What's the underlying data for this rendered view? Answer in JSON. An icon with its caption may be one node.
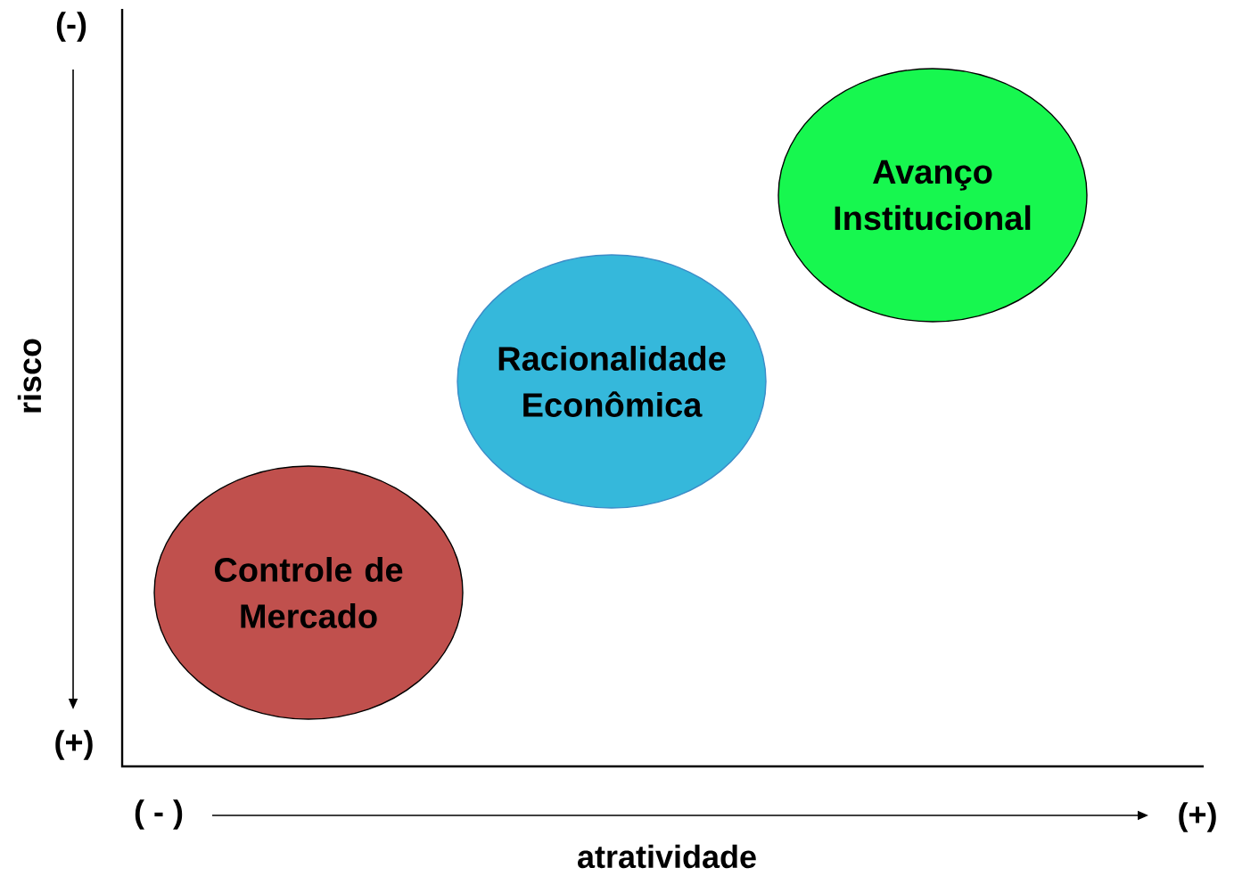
{
  "diagram": {
    "nodes": [
      {
        "text": [
          "Controle de Mercado"
        ]
      },
      {
        "text": [
          "Racionalidade Econômica"
        ]
      },
      {
        "text": [
          "Avanço Institucional"
        ]
      }
    ],
    "labels": [
      "(-)",
      "risco",
      "(+)",
      "( - )",
      "(+)",
      "atratividade"
    ]
  }
}
